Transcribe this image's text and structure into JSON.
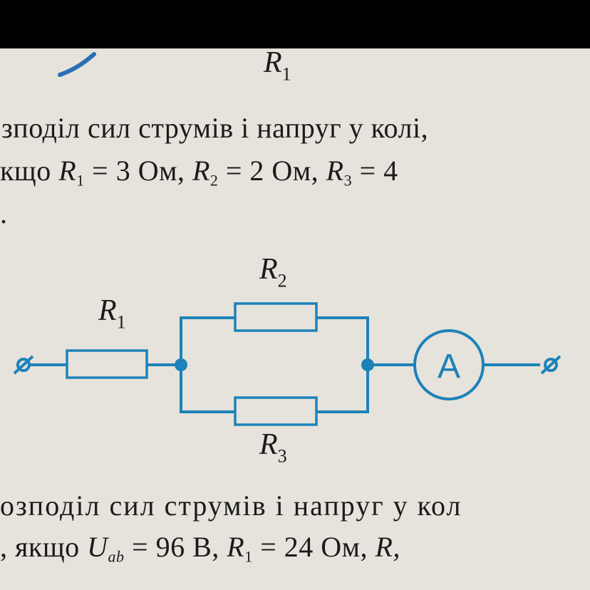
{
  "top_label": {
    "symbol": "R",
    "sub": "1"
  },
  "paragraph1": {
    "line1": "зподіл сил струмів і напруг у колі,",
    "line2_prefix": "кщо ",
    "r1_sym": "R",
    "r1_sub": "1",
    "r1_val": " = 3 Ом,  ",
    "r2_sym": "R",
    "r2_sub": "2",
    "r2_val": " = 2 Ом,  ",
    "r3_sym": "R",
    "r3_sub": "3",
    "r3_val": " = 4",
    "line3": "."
  },
  "circuit": {
    "labels": {
      "r1": {
        "symbol": "R",
        "sub": "1"
      },
      "r2": {
        "symbol": "R",
        "sub": "2"
      },
      "r3": {
        "symbol": "R",
        "sub": "3"
      }
    },
    "ammeter_label": "A",
    "wire_color": "#1d82b9"
  },
  "paragraph2": {
    "line1": "озподіл сил струмів і напруг у кол",
    "line2_prefix": ", якщо ",
    "u_sym": "U",
    "u_sub": "ab",
    "u_val": " = 96 В,  ",
    "r1_sym": "R",
    "r1_sub": "1",
    "r1_val": " = 24 Ом,  ",
    "r_last": "R,"
  }
}
